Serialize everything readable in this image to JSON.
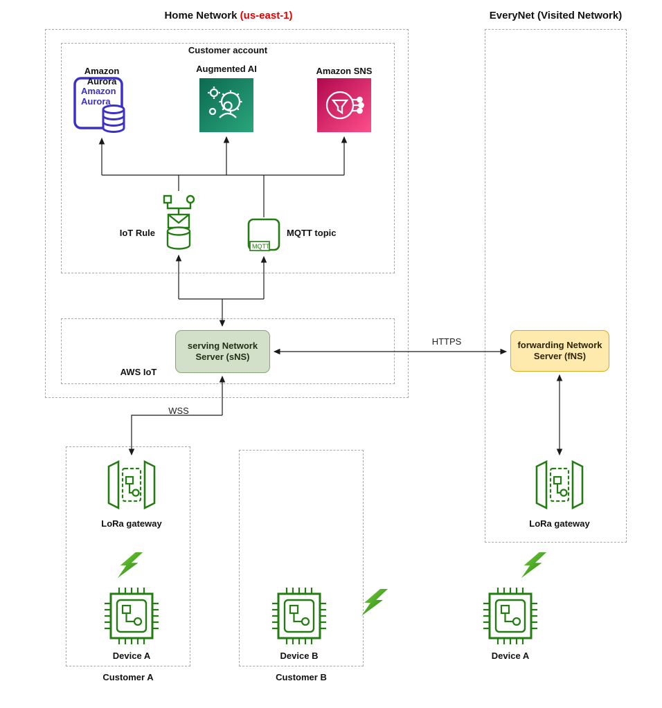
{
  "titles": {
    "home_network_prefix": "Home Network ",
    "home_network_region": "(us-east-1)",
    "visited_network": "EveryNet (Visited Network)"
  },
  "home_network": {
    "customer_account": {
      "label": "Customer account",
      "services": {
        "aurora": {
          "label": "Amazon Aurora",
          "icon_line1": "Amazon",
          "icon_line2": "Aurora"
        },
        "augmented_ai": {
          "label": "Augmented AI"
        },
        "sns": {
          "label": "Amazon SNS"
        }
      },
      "iot_rule": {
        "label": "IoT Rule"
      },
      "mqtt_topic": {
        "label": "MQTT topic",
        "badge": "MQTT"
      }
    },
    "aws_iot": {
      "label": "AWS IoT",
      "serving_server": {
        "label": "serving Network Server (sNS)"
      }
    }
  },
  "visited_network": {
    "forwarding_server": {
      "label": "forwarding Network Server (fNS)"
    },
    "lora_gateway": {
      "label": "LoRa gateway"
    },
    "device": {
      "label": "Device A"
    }
  },
  "links": {
    "https": {
      "label": "HTTPS"
    },
    "wss": {
      "label": "WSS"
    }
  },
  "customer_a": {
    "label": "Customer A",
    "lora_gateway": {
      "label": "LoRa gateway"
    },
    "device": {
      "label": "Device A"
    }
  },
  "customer_b": {
    "label": "Customer B",
    "device": {
      "label": "Device B"
    }
  },
  "colors": {
    "diagram_green": "#237c12",
    "region_red": "#e60000",
    "serving_box_fill": "#d2e0c9",
    "serving_box_border": "#86a377",
    "forwarding_box_fill": "#ffeaae",
    "forwarding_box_border": "#d8a81f",
    "aurora_blue": "#3b30c8",
    "augmented_ai_gradient_start": "#0b6a50",
    "augmented_ai_gradient_end": "#2aa57b",
    "sns_gradient_start": "#b0084d",
    "sns_gradient_end": "#ff4f8b"
  }
}
